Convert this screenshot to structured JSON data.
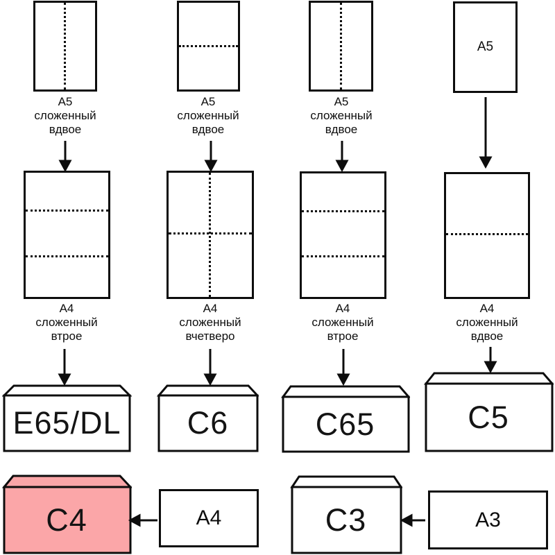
{
  "colors": {
    "ink": "#0d0d0d",
    "background": "#ffffff",
    "paper_fill": "#ffffff",
    "highlight_fill": "#fba6a8"
  },
  "row1": {
    "papers": [
      {
        "label": "",
        "fold": "vertical-half"
      },
      {
        "label": "",
        "fold": "horizontal-half"
      },
      {
        "label": "",
        "fold": "vertical-half"
      },
      {
        "label": "A5",
        "fold": "none"
      }
    ],
    "captions": [
      "A5\nсложенный\nвдвое",
      "A5\nсложенный\nвдвое",
      "A5\nсложенный\nвдвое"
    ]
  },
  "row2": {
    "papers": [
      {
        "fold": "horizontal-thirds"
      },
      {
        "fold": "quarters-cross"
      },
      {
        "fold": "horizontal-thirds"
      },
      {
        "fold": "horizontal-half"
      }
    ],
    "captions": [
      "A4\nсложенный\nвтрое",
      "A4\nсложенный\nвчетверо",
      "A4\nсложенный\nвтрое",
      "A4\nсложенный\nвдвое"
    ]
  },
  "envelopes": [
    {
      "label": "E65/DL",
      "highlighted": false
    },
    {
      "label": "C6",
      "highlighted": false
    },
    {
      "label": "C65",
      "highlighted": false
    },
    {
      "label": "C5",
      "highlighted": false
    },
    {
      "label": "C4",
      "highlighted": true
    },
    {
      "label": "C3",
      "highlighted": false
    }
  ],
  "bottom_papers": [
    {
      "label": "A4"
    },
    {
      "label": "A3"
    }
  ]
}
